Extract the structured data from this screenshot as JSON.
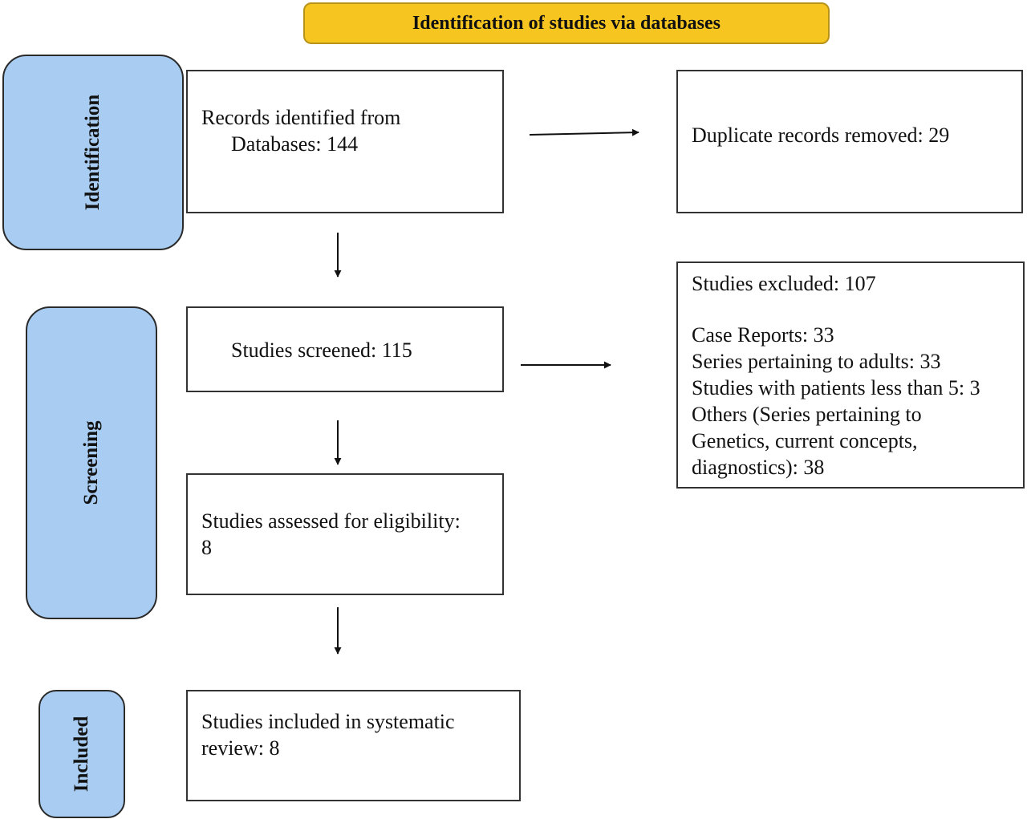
{
  "header": {
    "title": "Identification of studies via databases"
  },
  "phases": {
    "identification": "Identification",
    "screening": "Screening",
    "included": "Included"
  },
  "boxes": {
    "records_identified": {
      "line1": "Records identified from",
      "line2": "Databases: 144"
    },
    "duplicates_removed": {
      "line1": "Duplicate records removed: 29"
    },
    "studies_screened": {
      "line1": "Studies screened: 115"
    },
    "studies_excluded": {
      "title": "Studies excluded: 107",
      "items": [
        "Case Reports: 33",
        "Series pertaining to adults: 33",
        "Studies with patients less than 5: 3",
        "Others (Series pertaining to",
        "Genetics, current concepts,",
        "diagnostics): 38"
      ]
    },
    "assessed_eligibility": {
      "line1": "Studies assessed for eligibility:",
      "line2": "8"
    },
    "included_review": {
      "line1": "Studies included in systematic",
      "line2": "review: 8"
    }
  },
  "colors": {
    "header_fill": "#f7c520",
    "phase_fill": "#a9cdf2",
    "box_border": "#333333"
  }
}
